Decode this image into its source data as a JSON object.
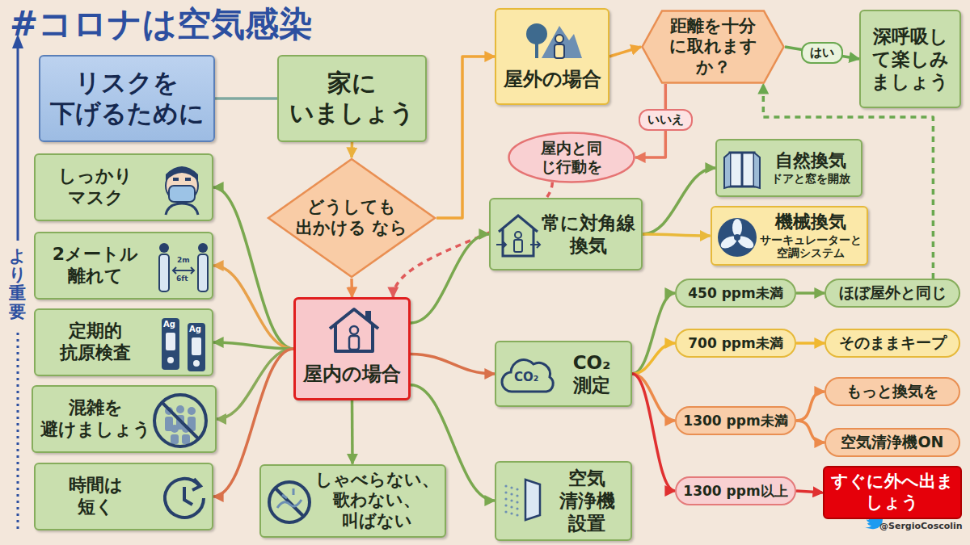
{
  "diagram": {
    "title": "#コロナは空気感染",
    "nodes": [
      {
        "text": [
          "リスクを 下げるために"
        ]
      },
      {
        "text": [
          "家に いましょう"
        ]
      },
      {
        "text": [
          "屋外の場合"
        ]
      },
      {
        "text": [
          "距離を十分 に取れます か？"
        ]
      },
      {
        "text": [
          "深呼吸し て楽しみ ましょう"
        ]
      },
      {
        "text": [
          "屋内と同 じ行動を"
        ]
      },
      {
        "text": [
          "どうしても 出かける なら"
        ]
      },
      {
        "text": [
          "自然換気",
          "ドアと窓を開放"
        ]
      },
      {
        "text": [
          "機械換気",
          "サーキュレーターと 空調システム"
        ]
      },
      {
        "text": [
          "常に対角線 換気"
        ]
      },
      {
        "text": [
          "しっかり マスク"
        ]
      },
      {
        "text": [
          "2メートル 離れて"
        ]
      },
      {
        "text": [
          "定期的 抗原検査"
        ]
      },
      {
        "text": [
          "混雑を 避けましょう"
        ]
      },
      {
        "text": [
          "時間は 短く"
        ]
      },
      {
        "text": [
          "屋内の場合"
        ]
      },
      {
        "text": [
          "450 ppm未満"
        ]
      },
      {
        "text": [
          "ほぼ屋外と同じ"
        ]
      },
      {
        "text": [
          "CO₂ 測定"
        ]
      },
      {
        "text": [
          "700 ppm未満"
        ]
      },
      {
        "text": [
          "そのままキープ"
        ]
      },
      {
        "text": [
          "もっと換気を"
        ]
      },
      {
        "text": [
          "1300 ppm未満"
        ]
      },
      {
        "text": [
          "空気清浄機ON"
        ]
      },
      {
        "text": [
          "しゃべらない、 歌わない、 叫ばない"
        ]
      },
      {
        "text": [
          "空気 清浄機 設置"
        ]
      },
      {
        "text": [
          "1300 ppm以上"
        ]
      },
      {
        "text": [
          "すぐに外へ出ま しょう"
        ]
      }
    ],
    "edges": [
      {
        "from": 0,
        "to": 1,
        "arrow": "none"
      },
      {
        "from": 1,
        "to": 6,
        "arrow": "to"
      },
      {
        "from": 6,
        "to": 2,
        "arrow": "to"
      },
      {
        "from": 6,
        "to": 15,
        "arrow": "to"
      },
      {
        "from": 2,
        "to": 3,
        "arrow": "to"
      },
      {
        "from": 3,
        "to": 4,
        "label": "はい",
        "arrow": "to"
      },
      {
        "from": 3,
        "to": 5,
        "label": "いいえ",
        "arrow": "to"
      },
      {
        "from": 5,
        "to": 15,
        "arrow": "to"
      },
      {
        "from": 15,
        "to": 10,
        "arrow": "to"
      },
      {
        "from": 15,
        "to": 11,
        "arrow": "to"
      },
      {
        "from": 15,
        "to": 12,
        "arrow": "to"
      },
      {
        "from": 15,
        "to": 13,
        "arrow": "to"
      },
      {
        "from": 15,
        "to": 14,
        "arrow": "to"
      },
      {
        "from": 15,
        "to": 24,
        "arrow": "to"
      },
      {
        "from": 15,
        "to": 25,
        "arrow": "to"
      },
      {
        "from": 15,
        "to": 9,
        "arrow": "to"
      },
      {
        "from": 15,
        "to": 18,
        "arrow": "to"
      },
      {
        "from": 9,
        "to": 7,
        "arrow": "to"
      },
      {
        "from": 9,
        "to": 8,
        "arrow": "to"
      },
      {
        "from": 18,
        "to": 16,
        "arrow": "to"
      },
      {
        "from": 18,
        "to": 19,
        "arrow": "to"
      },
      {
        "from": 18,
        "to": 22,
        "arrow": "to"
      },
      {
        "from": 18,
        "to": 26,
        "arrow": "to"
      },
      {
        "from": 16,
        "to": 17,
        "arrow": "to"
      },
      {
        "from": 19,
        "to": 20,
        "arrow": "to"
      },
      {
        "from": 22,
        "to": 21,
        "arrow": "to"
      },
      {
        "from": 22,
        "to": 23,
        "arrow": "to"
      },
      {
        "from": 26,
        "to": 27,
        "arrow": "to"
      },
      {
        "from": 17,
        "to": 3,
        "arrow": "to"
      }
    ],
    "labels": [
      "より重要",
      "2m",
      "6ft",
      "Ag",
      "Ag",
      "CO₂",
      "@SergioCoscolin"
    ]
  }
}
